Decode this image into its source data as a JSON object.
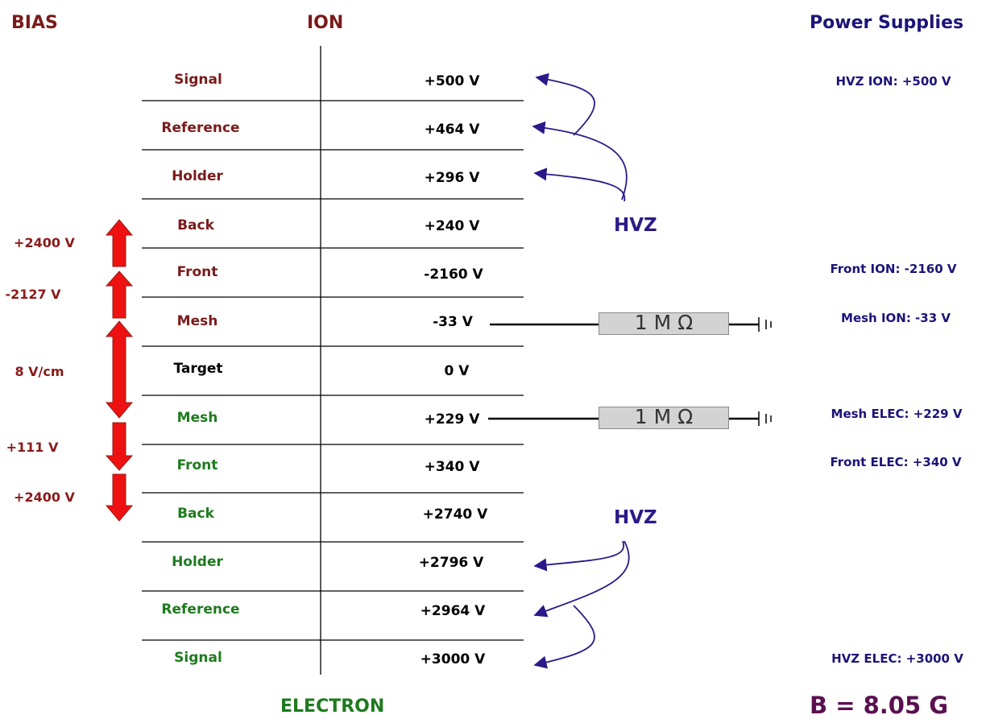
{
  "headers": {
    "bias": "BIAS",
    "ion": "ION",
    "power_supplies": "Power Supplies",
    "electron": "ELECTRON"
  },
  "rows": [
    {
      "label": "Signal",
      "voltage": "+500 V",
      "side": "ion"
    },
    {
      "label": "Reference",
      "voltage": "+464 V",
      "side": "ion"
    },
    {
      "label": "Holder",
      "voltage": "+296 V",
      "side": "ion"
    },
    {
      "label": "Back",
      "voltage": "+240 V",
      "side": "ion"
    },
    {
      "label": "Front",
      "voltage": "-2160 V",
      "side": "ion"
    },
    {
      "label": "Mesh",
      "voltage": "-33 V",
      "side": "ion"
    },
    {
      "label": "Target",
      "voltage": "0 V",
      "side": "target"
    },
    {
      "label": "Mesh",
      "voltage": "+229 V",
      "side": "electron"
    },
    {
      "label": "Front",
      "voltage": "+340 V",
      "side": "electron"
    },
    {
      "label": "Back",
      "voltage": "+2740 V",
      "side": "electron"
    },
    {
      "label": "Holder",
      "voltage": "+2796 V",
      "side": "electron"
    },
    {
      "label": "Reference",
      "voltage": "+2964 V",
      "side": "electron"
    },
    {
      "label": "Signal",
      "voltage": "+3000 V",
      "side": "electron"
    }
  ],
  "bias_labels": [
    "+2400 V",
    "-2127 V",
    "8 V/cm",
    "+111 V",
    "+2400 V"
  ],
  "power_supplies": {
    "hvz_ion": "HVZ ION: +500 V",
    "front_ion": "Front ION: -2160 V",
    "mesh_ion": "Mesh ION: -33 V",
    "mesh_elec": "Mesh ELEC: +229 V",
    "front_elec": "Front ELEC: +340 V",
    "hvz_elec": "HVZ ELEC: +3000 V"
  },
  "hvz_label": "HVZ",
  "resistors": [
    "1 M Ω",
    "1 M Ω"
  ],
  "b_field": "B = 8.05 G",
  "colors": {
    "ion_label": "#7a1a1a",
    "electron_label": "#1e7a1e",
    "supply": "#1c1478",
    "arrow": "#ee1111",
    "b_field": "#5a1050"
  }
}
